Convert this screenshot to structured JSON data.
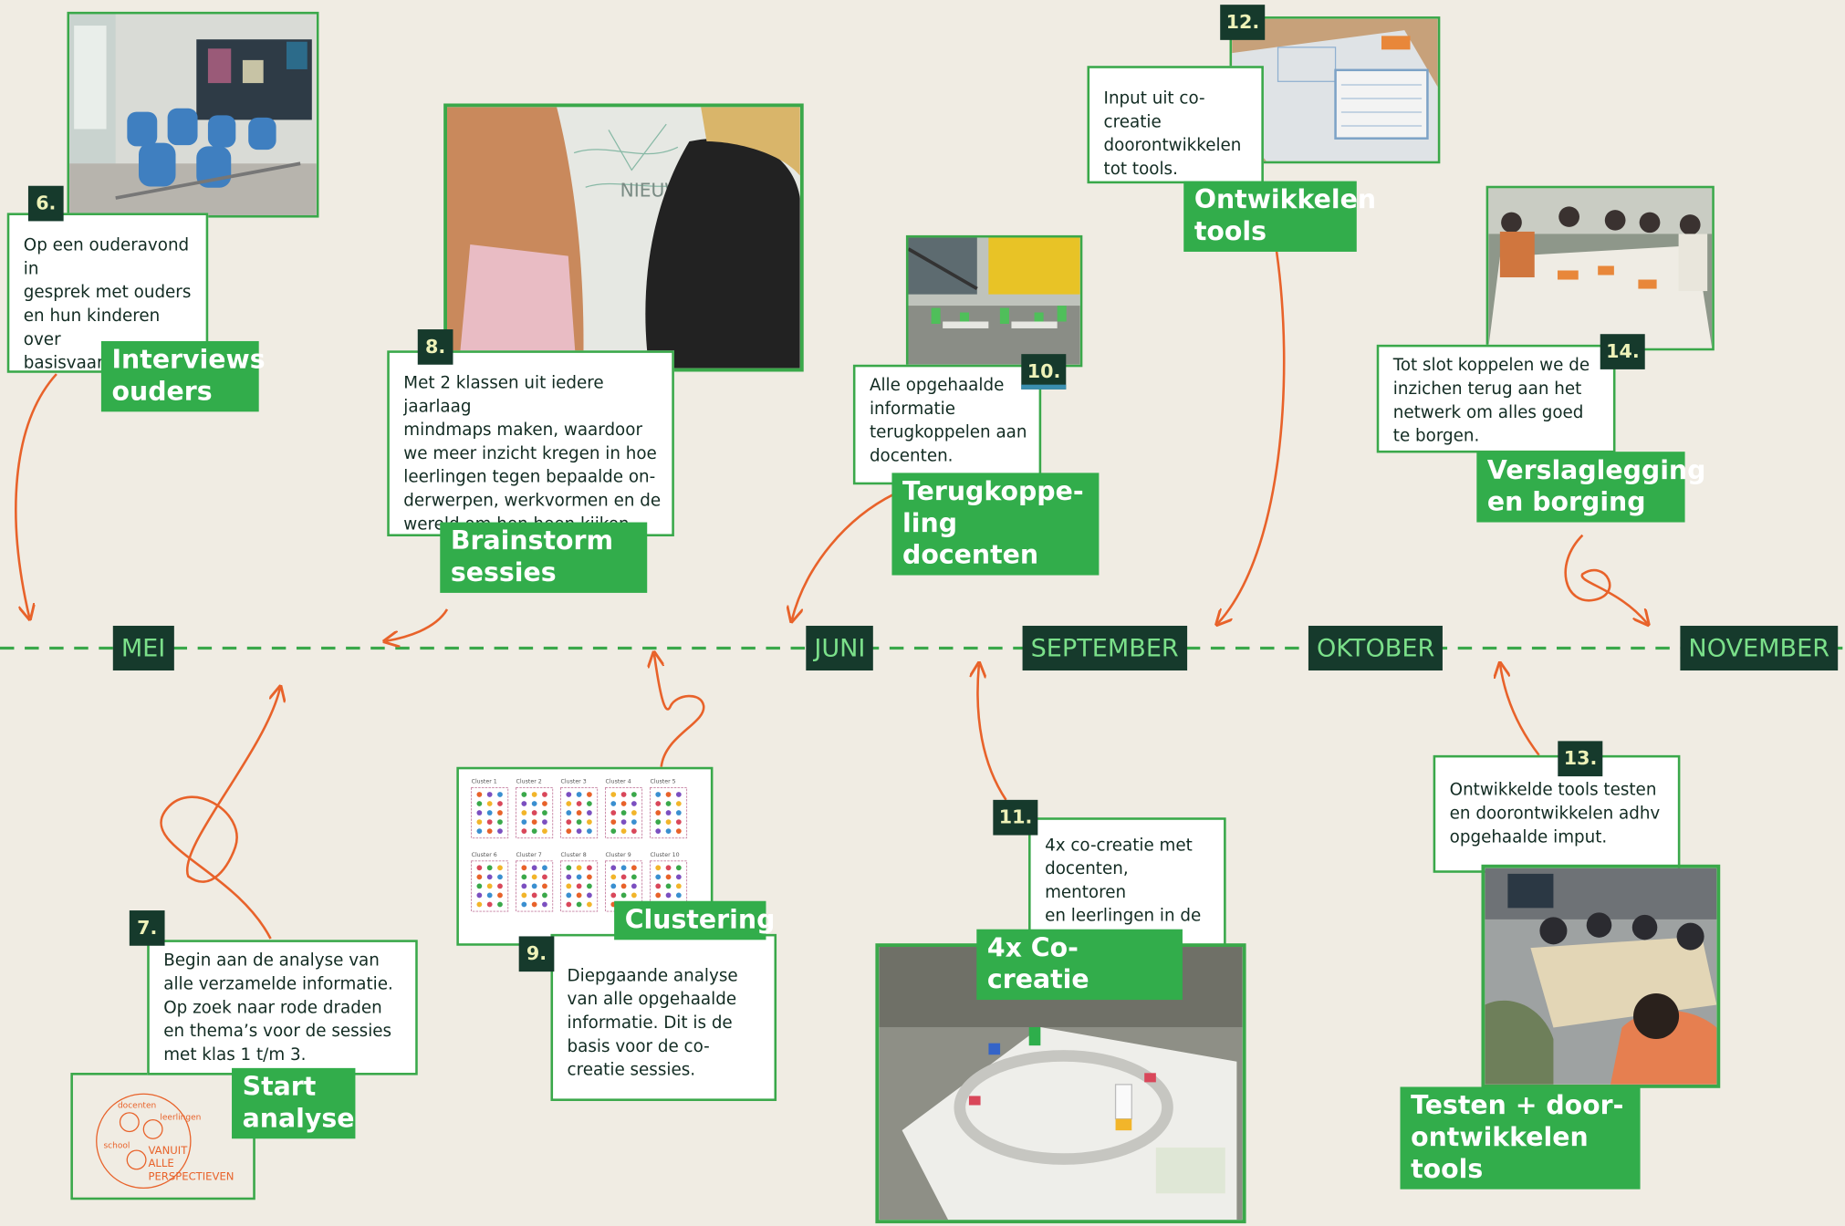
{
  "months": [
    "MEI",
    "JUNI",
    "SEPTEMBER",
    "OKTOBER",
    "NOVEMBER"
  ],
  "steps": {
    "s6": {
      "num": "6.",
      "text": "Op een ouderavond in\ngesprek met ouders\nen hun kinderen over\nbasisvaardigheden.",
      "label": "Interviews\nouders"
    },
    "s7": {
      "num": "7.",
      "text": "Begin aan de analyse van\nalle verzamelde informatie.\nOp zoek naar rode draden\nen thema’s voor de sessies\nmet klas 1 t/m 3.",
      "label": "Start\nanalyse"
    },
    "s8": {
      "num": "8.",
      "text": "Met 2 klassen uit iedere jaarlaag\nmindmaps maken, waardoor\nwe meer inzicht kregen in hoe\nleerlingen tegen bepaalde on-\nderwerpen, werkvormen en de\nwereld om hen heen kijken.",
      "label": "Brainstorm\nsessies"
    },
    "s9": {
      "num": "9.",
      "text": "Diepgaande analyse\nvan alle opgehaalde\ninformatie. Dit is de\nbasis voor de co-\ncreatie sessies.",
      "label": "Clustering"
    },
    "s10": {
      "num": "10.",
      "text": "Alle opgehaalde\ninformatie\nterugkoppelen aan\ndocenten.",
      "label": "Terugkoppe-\nling docenten"
    },
    "s11": {
      "num": "11.",
      "text": "4x co-creatie met\ndocenten, mentoren\nen leerlingen in de\nmix.",
      "label": "4x Co-creatie"
    },
    "s12": {
      "num": "12.",
      "text": "Input uit co-creatie\ndoorontwikkelen\ntot tools.",
      "label": "Ontwikkelen\ntools"
    },
    "s13": {
      "num": "13.",
      "text": "Ontwikkelde tools testen\nen doorontwikkelen adhv\nopgehaalde imput.",
      "label": "Testen + door-\nontwikkelen tools"
    },
    "s14": {
      "num": "14.",
      "text": "Tot slot koppelen we de\ninzichen terug aan het\nnetwerk om alles goed\nte borgen.",
      "label": "Verslaglegging\nen borging"
    }
  },
  "images": {
    "whiteboard_word": "NIEUWS",
    "clusters": [
      "Cluster 1",
      "Cluster 2",
      "Cluster 3",
      "Cluster 4",
      "Cluster 5",
      "Cluster 6",
      "Cluster 7",
      "Cluster 8",
      "Cluster 9",
      "Cluster 10"
    ],
    "perspectives": {
      "words": [
        "docenten",
        "leerlingen",
        "school"
      ],
      "title": "VANUIT\nALLE\nPERSPECTIEVEN"
    }
  },
  "colors": {
    "background": "#f0ece3",
    "green": "#32ad4b",
    "dark": "#163a2c",
    "arrow": "#e8622a",
    "month_text": "#7be08a"
  }
}
